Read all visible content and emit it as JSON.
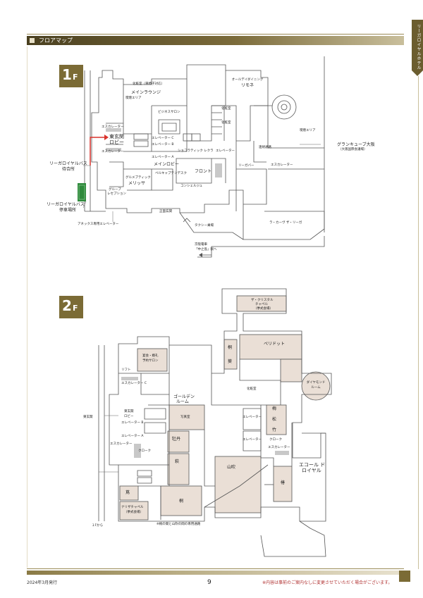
{
  "header": {
    "title": "フロアマップ"
  },
  "side_tab": {
    "label": "リーガロイヤルホテル"
  },
  "floor1": {
    "badge_num": "1",
    "badge_f": "F",
    "labels": {
      "restroom_top": "化粧室（車椅子対応）",
      "main_lounge": "メインラウンジ",
      "smoking_area_1": "喫煙エリア",
      "alldining_1": "オールデイダイニング",
      "alldining_2": "リモネ",
      "business_salon": "ビジネスサロン",
      "escalator_1": "エスカレーター",
      "east_lobby": "東玄関",
      "east_lobby_2": "ロビー",
      "escalator_2": "エスカレーター",
      "elevator_c": "エレベーター C",
      "elevator_b": "エレベーター B",
      "elevator_a": "エレベーター A",
      "chocolate": "ショコラティック レクラ",
      "elevator_2": "エレベーター",
      "main_lobby": "メインロビー",
      "bus_stand_1": "リーガロイヤルバス",
      "bus_stand_2": "待合所",
      "gourmet_1": "グルメブティック",
      "gourmet_2": "メリッサ",
      "bell_desk": "ベルキャプテンデスク",
      "front": "フロント",
      "concierge": "コンシェルジュ",
      "group_1": "グループ",
      "group_2": "レセプション",
      "bus_stop_1": "リーガロイヤルバス",
      "bus_stop_2": "停車場所",
      "main_entrance": "正面玄関",
      "annex_elevator": "アネックス専用エレベーター",
      "taxi": "タクシー乗場",
      "rail_1": "京阪電車",
      "rail_2": "「中之島」駅へ",
      "lega_bar": "リーガバー",
      "escalator_3": "エスカレーター",
      "cafe": "ラ・カーヴ ザ・リーガ",
      "smoking_area_2": "喫煙エリア",
      "grancube_1": "グランキューブ大阪",
      "grancube_2": "（大阪国際会議場）",
      "connect": "連絡通路",
      "toilet_m": "化粧室",
      "toilet_f": "化粧室"
    }
  },
  "floor2": {
    "badge_num": "2",
    "badge_f": "F",
    "labels": {
      "chapel_1": "ザ・クリスタル",
      "chapel_2": "チャペル",
      "chapel_3": "（挙式会場）",
      "sakura": "桐",
      "aoi": "葵",
      "peridot": "ペリドット",
      "diamond_1": "ダイヤモンド",
      "diamond_2": "ルーム",
      "banquet_1": "宴会・婚礼",
      "banquet_2": "予約サロン",
      "lift": "リフト",
      "escalator_c": "エスカレーター C",
      "golden_1": "ゴールデン",
      "golden_2": "ルーム",
      "east_1": "東玄関",
      "east_lobby_1": "東玄関",
      "east_lobby_2": "ロビー",
      "elevator_b": "エレベーター B",
      "photo": "写真室",
      "elevator_a": "エレベーター A",
      "escalator": "エスカレーター",
      "cloak": "クローク",
      "botan": "牡丹",
      "hagi": "萩",
      "ume": "梅",
      "take": "竹",
      "matsu": "松",
      "cloak_2": "クローク",
      "escalator_2": "エスカレーター",
      "ecole_1": "エコール ド",
      "ecole_2": "ロイヤル",
      "yamabuki": "山吹",
      "tsuta": "蔦",
      "chapel2_1": "ナリザチャペル",
      "chapel2_2": "（挙式会場）",
      "kiri": "桐",
      "tsubaki": "椿",
      "elevator_r": "エレベーター",
      "elevator_rb": "エレベーター",
      "from_1f": "１Fから",
      "note_bridge": "※桐の間と山吹の間の専用通路",
      "toilet": "化粧室"
    }
  },
  "footer": {
    "date": "2024年3月発行",
    "page": "9",
    "note": "※内容は事前のご案内なしに変更させていただく場合がございます。"
  }
}
